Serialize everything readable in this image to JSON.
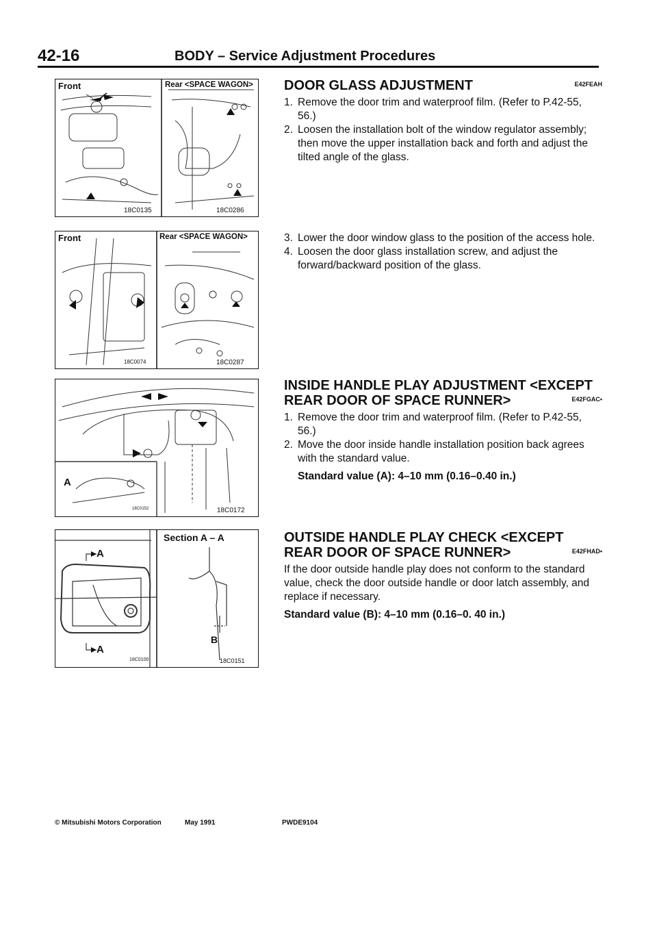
{
  "header": {
    "page_number": "42-16",
    "title": "BODY – Service Adjustment Procedures"
  },
  "figures": {
    "fig1": {
      "left_label": "Front",
      "right_label": "Rear <SPACE WAGON>",
      "left_code": "18C0135",
      "right_code": "18C0286"
    },
    "fig2": {
      "left_label": "Front",
      "right_label": "Rear <SPACE WAGON>",
      "left_code": "18C0074",
      "right_code": "18C0287"
    },
    "fig3": {
      "callout": "A",
      "left_code": "18C0152",
      "right_code": "18C0172"
    },
    "fig4": {
      "section_label": "Section A – A",
      "callout_a_top": "A",
      "callout_a_bottom": "A",
      "callout_b": "B",
      "left_code": "18C0100",
      "right_code": "18C0151"
    }
  },
  "sections": {
    "door_glass": {
      "title": "DOOR GLASS ADJUSTMENT",
      "code": "E42FEAH",
      "steps": [
        {
          "num": "1.",
          "text": "Remove the door trim and waterproof film. (Refer to P.42-55, 56.)"
        },
        {
          "num": "2.",
          "text": "Loosen the installation bolt of the window regulator assembly; then move the upper installation back and forth and adjust the tilted angle of the glass."
        },
        {
          "num": "3.",
          "text": "Lower the door window glass to the position of the access hole."
        },
        {
          "num": "4.",
          "text": "Loosen the door glass installation screw, and adjust the forward/backward position of the glass."
        }
      ]
    },
    "inside_handle": {
      "title": "INSIDE HANDLE PLAY ADJUSTMENT <EXCEPT REAR DOOR OF SPACE RUNNER>",
      "code": "E42FGAC•",
      "steps": [
        {
          "num": "1.",
          "text": "Remove the door trim and waterproof film. (Refer to P.42-55, 56.)"
        },
        {
          "num": "2.",
          "text": "Move the door inside handle installation position back agrees with the standard value."
        }
      ],
      "standard": "Standard value (A): 4–10 mm (0.16–0.40 in.)"
    },
    "outside_handle": {
      "title": "OUTSIDE HANDLE PLAY CHECK <EXCEPT REAR DOOR OF SPACE RUNNER>",
      "code": "E42FHAD•",
      "body": "If the door outside handle play does not conform to the standard value, check the door outside handle or door latch assembly, and replace if necessary.",
      "standard": "Standard value (B): 4–10 mm (0.16–0. 40 in.)"
    }
  },
  "footer": {
    "copyright": "© Mitsubishi Motors Corporation",
    "date": "May 1991",
    "pub_code": "PWDE9104"
  }
}
